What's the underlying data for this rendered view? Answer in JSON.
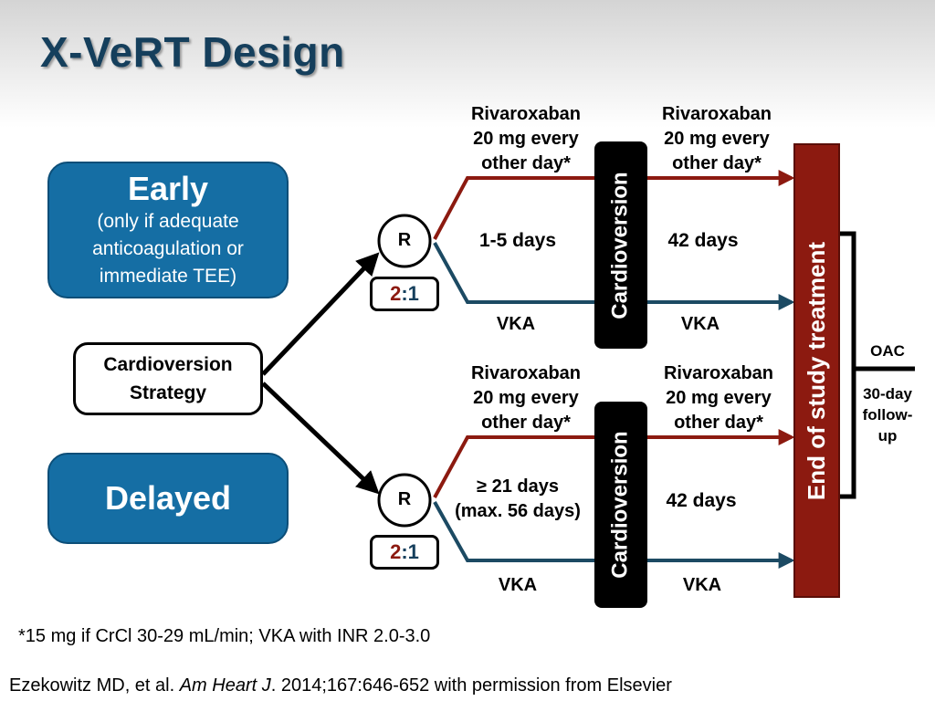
{
  "title": "X-VeRT Design",
  "strategy_box": [
    "Cardioversion",
    "Strategy"
  ],
  "early": {
    "heading": "Early",
    "lines": [
      "(only if adequate",
      "anticoagulation or",
      "immediate TEE)"
    ]
  },
  "delayed": {
    "heading": "Delayed"
  },
  "randomization": {
    "node_label": "R",
    "ratio_left": "2",
    "ratio_sep": ":",
    "ratio_right": "1"
  },
  "top_arm": {
    "pre_rivaroxaban": [
      "Rivaroxaban",
      "20 mg every",
      "other day*"
    ],
    "pre_duration": "1-5 days",
    "pre_vka": "VKA",
    "cardioversion": "Cardioversion",
    "post_rivaroxaban": [
      "Rivaroxaban",
      "20 mg every",
      "other day*"
    ],
    "post_duration": "42 days",
    "post_vka": "VKA"
  },
  "bottom_arm": {
    "pre_rivaroxaban": [
      "Rivaroxaban",
      "20 mg every",
      "other day*"
    ],
    "pre_duration": [
      "≥ 21 days",
      "(max. 56 days)"
    ],
    "pre_vka": "VKA",
    "cardioversion": "Cardioversion",
    "post_rivaroxaban": [
      "Rivaroxaban",
      "20 mg every",
      "other day*"
    ],
    "post_duration": "42 days",
    "post_vka": "VKA"
  },
  "end_of_treatment": "End of study treatment",
  "follow_up": {
    "oac": "OAC",
    "lines": [
      "30-day",
      "follow-",
      "up"
    ]
  },
  "footnote": "*15 mg if CrCl 30-29 mL/min; VKA with INR 2.0-3.0",
  "citation": {
    "authors": "Ezekowitz MD, et al. ",
    "journal": "Am Heart J",
    "rest": ". 2014;167:646-652 with permission from Elsevier"
  },
  "colors": {
    "title": "#153f5c",
    "blue_box": "#156ea4",
    "rivaroxaban_arrow": "#8c1a10",
    "vka_arrow": "#1c4a63",
    "end_bar": "#8c1a10"
  }
}
